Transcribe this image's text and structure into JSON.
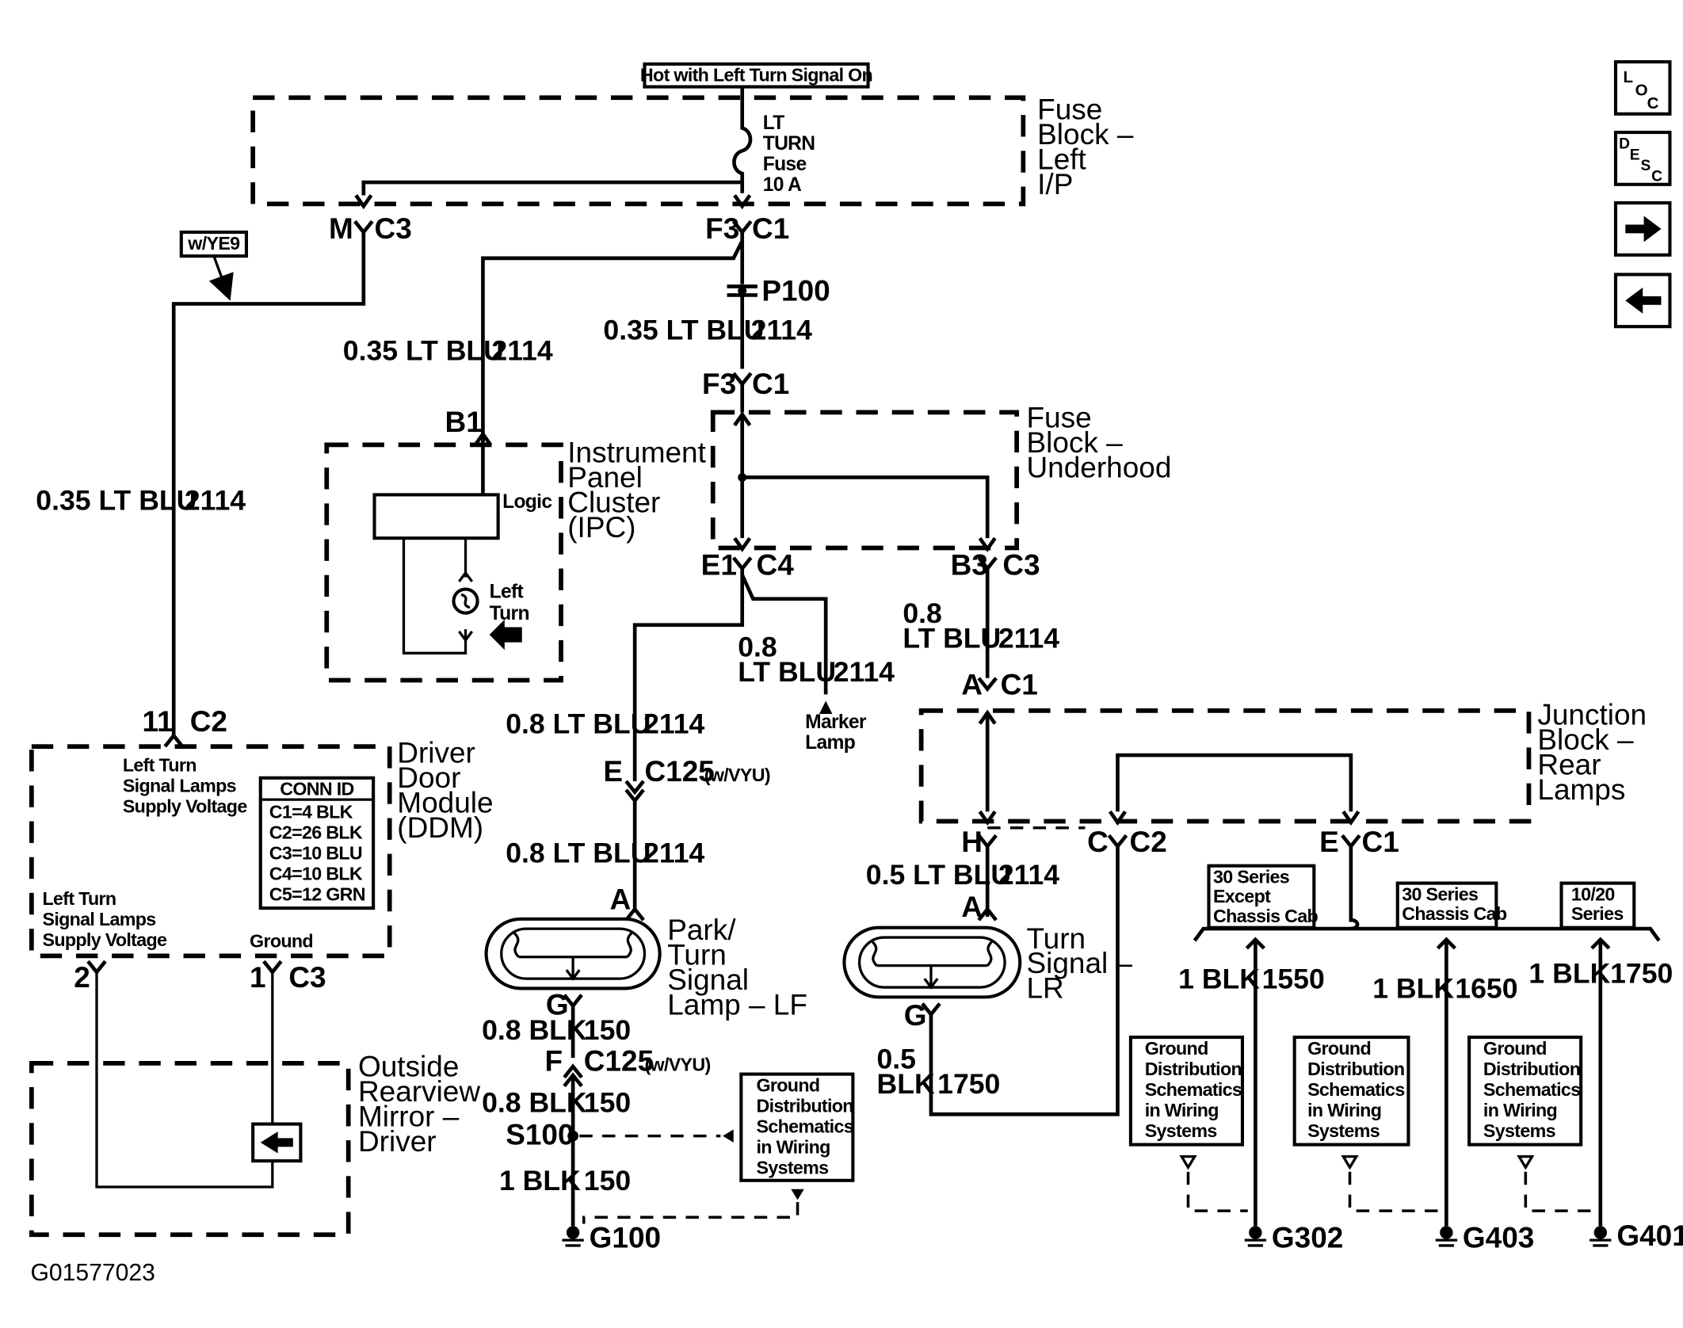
{
  "hot_label": "Hot with Left Turn Signal On",
  "nav": {
    "loc": "LOC",
    "desc": "DESC",
    "next_arrow": "arrow-right-icon",
    "prev_arrow": "arrow-left-icon"
  },
  "fuse_block_lip": {
    "name": [
      "Fuse",
      "Block –",
      "Left",
      "I/P"
    ],
    "fuse": [
      "LT",
      "TURN",
      "Fuse",
      "10 A"
    ]
  },
  "option_w_ye9": "w/YE9",
  "conn": {
    "m": "M",
    "c3": "C3",
    "f3": "F3",
    "c1": "C1",
    "p100": "P100",
    "b1": "B1",
    "e1": "E1",
    "c4": "C4",
    "b3": "B3",
    "a": "A",
    "h": "H",
    "c": "C",
    "c2": "C2",
    "e": "E",
    "eleven": "11",
    "two": "2",
    "one": "1",
    "g": "G",
    "f": "F",
    "c125": "C125",
    "w_vyu": "(w/VYU)",
    "s100": "S100"
  },
  "wires": {
    "lt_blu_035": "0.35 LT BLU",
    "n2114": "2114",
    "lt_blu_08": "0.8 LT BLU",
    "n08": "0.8",
    "lt_blu": "LT BLU",
    "lt_blu_05": "0.5 LT BLU",
    "blk_08": "0.8 BLK",
    "n150": "150",
    "blk_1": "1 BLK",
    "n05": "0.5",
    "blk": "BLK",
    "n1750": "1750",
    "n1550": "1550",
    "n1650": "1650"
  },
  "ipc": {
    "name": [
      "Instrument",
      "Panel",
      "Cluster",
      "(IPC)"
    ],
    "logic": "Logic",
    "left_turn": [
      "Left",
      "Turn"
    ]
  },
  "fuse_block_underhood": {
    "name": [
      "Fuse",
      "Block –",
      "Underhood"
    ]
  },
  "marker_lamp": [
    "Marker",
    "Lamp"
  ],
  "junction_block": {
    "name": [
      "Junction",
      "Block –",
      "Rear",
      "Lamps"
    ]
  },
  "ddm": {
    "name": [
      "Driver",
      "Door",
      "Module",
      "(DDM)"
    ],
    "supply_top": [
      "Left Turn",
      "Signal Lamps",
      "Supply Voltage"
    ],
    "supply_bottom": [
      "Left Turn",
      "Signal Lamps",
      "Supply Voltage"
    ],
    "ground": "Ground",
    "conn_id": {
      "header": "CONN ID",
      "rows": [
        "C1=4 BLK",
        "C2=26 BLK",
        "C3=10 BLU",
        "C4=10 BLK",
        "C5=12 GRN"
      ]
    }
  },
  "mirror": {
    "name": [
      "Outside",
      "Rearview",
      "Mirror –",
      "Driver"
    ]
  },
  "park_lamp": {
    "name": [
      "Park/",
      "Turn",
      "Signal",
      "Lamp – LF"
    ]
  },
  "turn_lamp_lr": {
    "name": [
      "Turn",
      "Signal –",
      "LR"
    ]
  },
  "series": {
    "s30_except": [
      "30 Series",
      "Except",
      "Chassis Cab"
    ],
    "s30_cab": [
      "30 Series",
      "Chassis Cab"
    ],
    "s1020": [
      "10/20",
      "Series"
    ]
  },
  "ground_dist": [
    "Ground",
    "Distribution",
    "Schematics",
    "in Wiring",
    "Systems"
  ],
  "grounds": {
    "g100": "G100",
    "g302": "G302",
    "g403": "G403",
    "g401": "G401"
  },
  "diagram_id": "G01577023"
}
